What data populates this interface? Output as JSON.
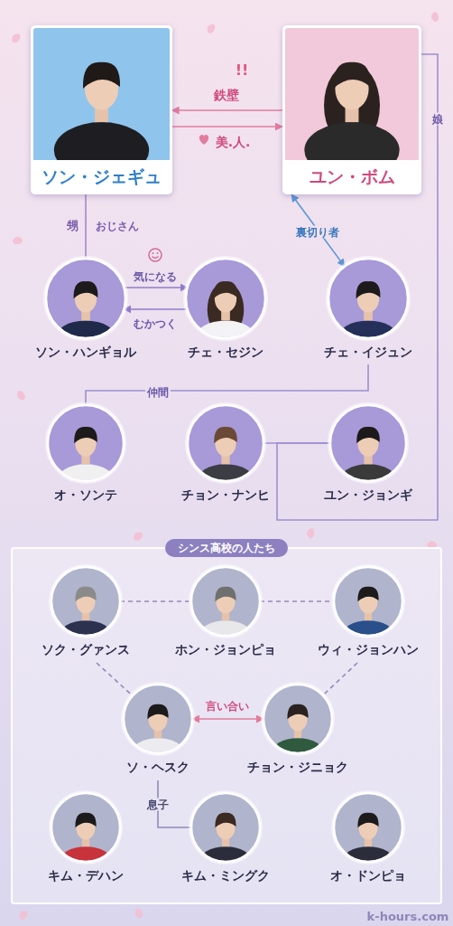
{
  "diagram": {
    "nodes": [
      {
        "text": [
          "ソン・ジェギュ"
        ]
      },
      {
        "text": [
          "ユン・ボム"
        ]
      },
      {
        "text": [
          "ソン・ハンギョル"
        ]
      },
      {
        "text": [
          "チェ・セジン"
        ]
      },
      {
        "text": [
          "チェ・イジュン"
        ]
      },
      {
        "text": [
          "オ・ソンテ"
        ]
      },
      {
        "text": [
          "チョン・ナンヒ"
        ]
      },
      {
        "text": [
          "ユン・ジョンギ"
        ]
      },
      {
        "text": [
          "シンス高校の人たち"
        ]
      },
      {
        "text": [
          "ソク・グァンス"
        ],
        "in": 8
      },
      {
        "text": [
          "ホン・ジョンピョ"
        ],
        "in": 8
      },
      {
        "text": [
          "ウィ・ジョンハン"
        ],
        "in": 8
      },
      {
        "text": [
          "ソ・ヘスク"
        ],
        "in": 8
      },
      {
        "text": [
          "チョン・ジニョク"
        ],
        "in": 8
      },
      {
        "text": [
          "キム・デハン"
        ],
        "in": 8
      },
      {
        "text": [
          "キム・ミングク"
        ],
        "in": 8
      },
      {
        "text": [
          "オ・ドンピョ"
        ],
        "in": 8
      }
    ],
    "edges": [
      {
        "from": 1,
        "to": 0,
        "label": "鉄壁",
        "arrow": "to"
      },
      {
        "from": 0,
        "to": 1,
        "label": "美.人.",
        "arrow": "to"
      },
      {
        "from": 0,
        "to": 2,
        "label": "甥",
        "arrow": "none"
      },
      {
        "from": 2,
        "to": 3,
        "label": "気になる",
        "arrow": "to"
      },
      {
        "from": 3,
        "to": 2,
        "label": "むかつく",
        "arrow": "to"
      },
      {
        "from": 1,
        "to": 4,
        "label": "裏切り者",
        "arrow": "both"
      },
      {
        "from": 4,
        "to": 5,
        "label": "仲間",
        "arrow": "none"
      },
      {
        "from": 1,
        "to": 7,
        "label": "娘",
        "arrow": "none"
      },
      {
        "from": 6,
        "to": 7,
        "arrow": "none"
      },
      {
        "from": 9,
        "to": 10,
        "arrow": "none"
      },
      {
        "from": 10,
        "to": 11,
        "arrow": "none"
      },
      {
        "from": 9,
        "to": 12,
        "arrow": "none"
      },
      {
        "from": 11,
        "to": 13,
        "arrow": "none"
      },
      {
        "from": 12,
        "to": 13,
        "label": "言い合い",
        "arrow": "both"
      },
      {
        "from": 12,
        "to": 15,
        "label": "息子",
        "arrow": "none"
      }
    ],
    "labels": [
      "!!",
      "おじさん",
      "k-hours.com"
    ]
  }
}
